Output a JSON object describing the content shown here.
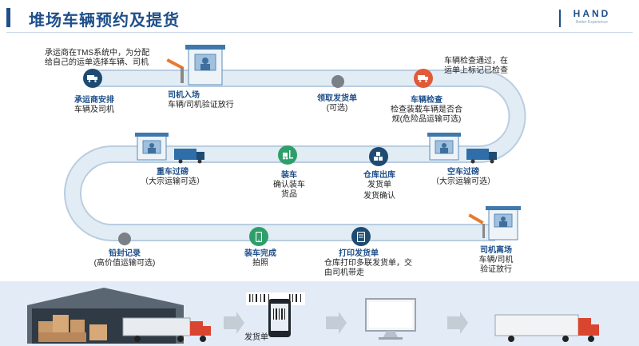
{
  "header": {
    "title": "堆场车辆预约及提货",
    "logo_text": "HAND",
    "logo_sub": "Better Experience"
  },
  "notes": {
    "top_left": [
      "承运商在TMS系统中，为分配",
      "给自己的运单选择车辆、司机"
    ],
    "top_right": [
      "车辆检查通过，在",
      "运单上标记已检查"
    ]
  },
  "steps": {
    "carrier_arrange": {
      "title": "承运商安排",
      "sub": "车辆及司机"
    },
    "driver_entry": {
      "title": "司机入场",
      "sub": "车辆/司机验证放行"
    },
    "pick_order": {
      "title": "领取发货单",
      "sub": "(可选)"
    },
    "vehicle_check": {
      "title": "车辆检查",
      "sub": [
        "检查装载车辆是否合",
        "规(危险品运输可选)"
      ]
    },
    "empty_weigh": {
      "title": "空车过磅",
      "sub": "（大宗运输可选）"
    },
    "warehouse_out": {
      "title": "仓库出库",
      "sub": "发货单",
      "sub2": "发货确认"
    },
    "loading": {
      "title": "装车",
      "sub": [
        "确认装车",
        "货品"
      ]
    },
    "heavy_weigh": {
      "title": "重车过磅",
      "sub": "（大宗运输可选）"
    },
    "seal_record": {
      "title": "铅封记录",
      "sub": "(高价值运输可选)"
    },
    "load_done": {
      "title": "装车完成",
      "sub": "拍照"
    },
    "print_order": {
      "title": "打印发货单",
      "sub": [
        "仓库打印多联发货单，交",
        "由司机带走"
      ]
    },
    "driver_leave": {
      "title": "司机离场",
      "sub": [
        "车辆/司机",
        "验证放行"
      ]
    }
  },
  "bottom": {
    "phone_label": "发货单"
  },
  "colors": {
    "track": "#e2ecf4",
    "track_edge": "#b9cde0",
    "heading": "#1e4f8a",
    "red": "#e05a3a",
    "green": "#2e9e6a",
    "navy": "#1f4b72",
    "grey_dot": "#7b7f86",
    "truck_blue": "#2f6ea8",
    "truck_red": "#d9452f"
  },
  "icons": {
    "carrier": "truck-icon",
    "check": "truck-check-icon",
    "loading": "forklift-icon",
    "warehouse": "boxes-icon",
    "load_done": "phone-icon",
    "print": "document-icon",
    "gate": "guard-booth-icon"
  }
}
